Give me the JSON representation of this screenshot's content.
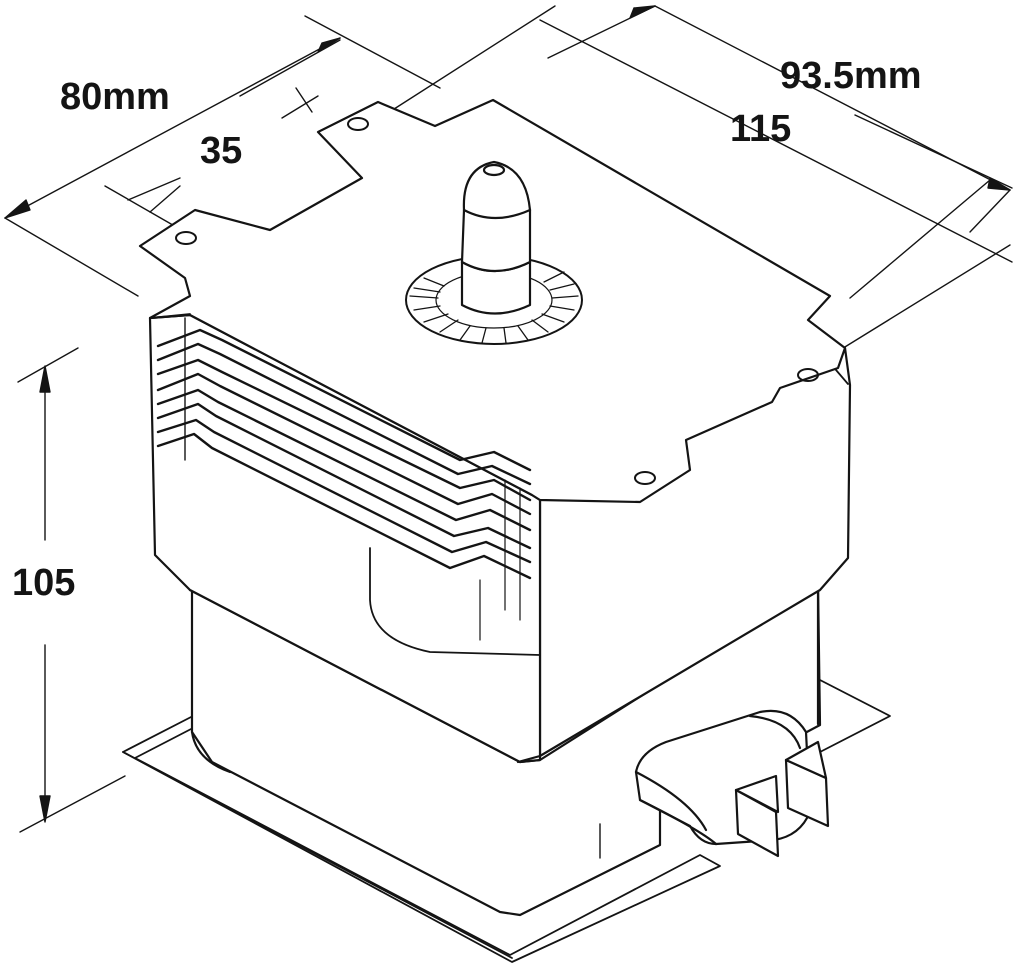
{
  "dimensions": {
    "depth": "80mm",
    "mount_offset": "35",
    "width_inner": "93.5mm",
    "width_outer": "115",
    "height": "105"
  },
  "colors": {
    "line": "#141414",
    "fill": "#ffffff",
    "shadow": "#f3f3f3"
  }
}
